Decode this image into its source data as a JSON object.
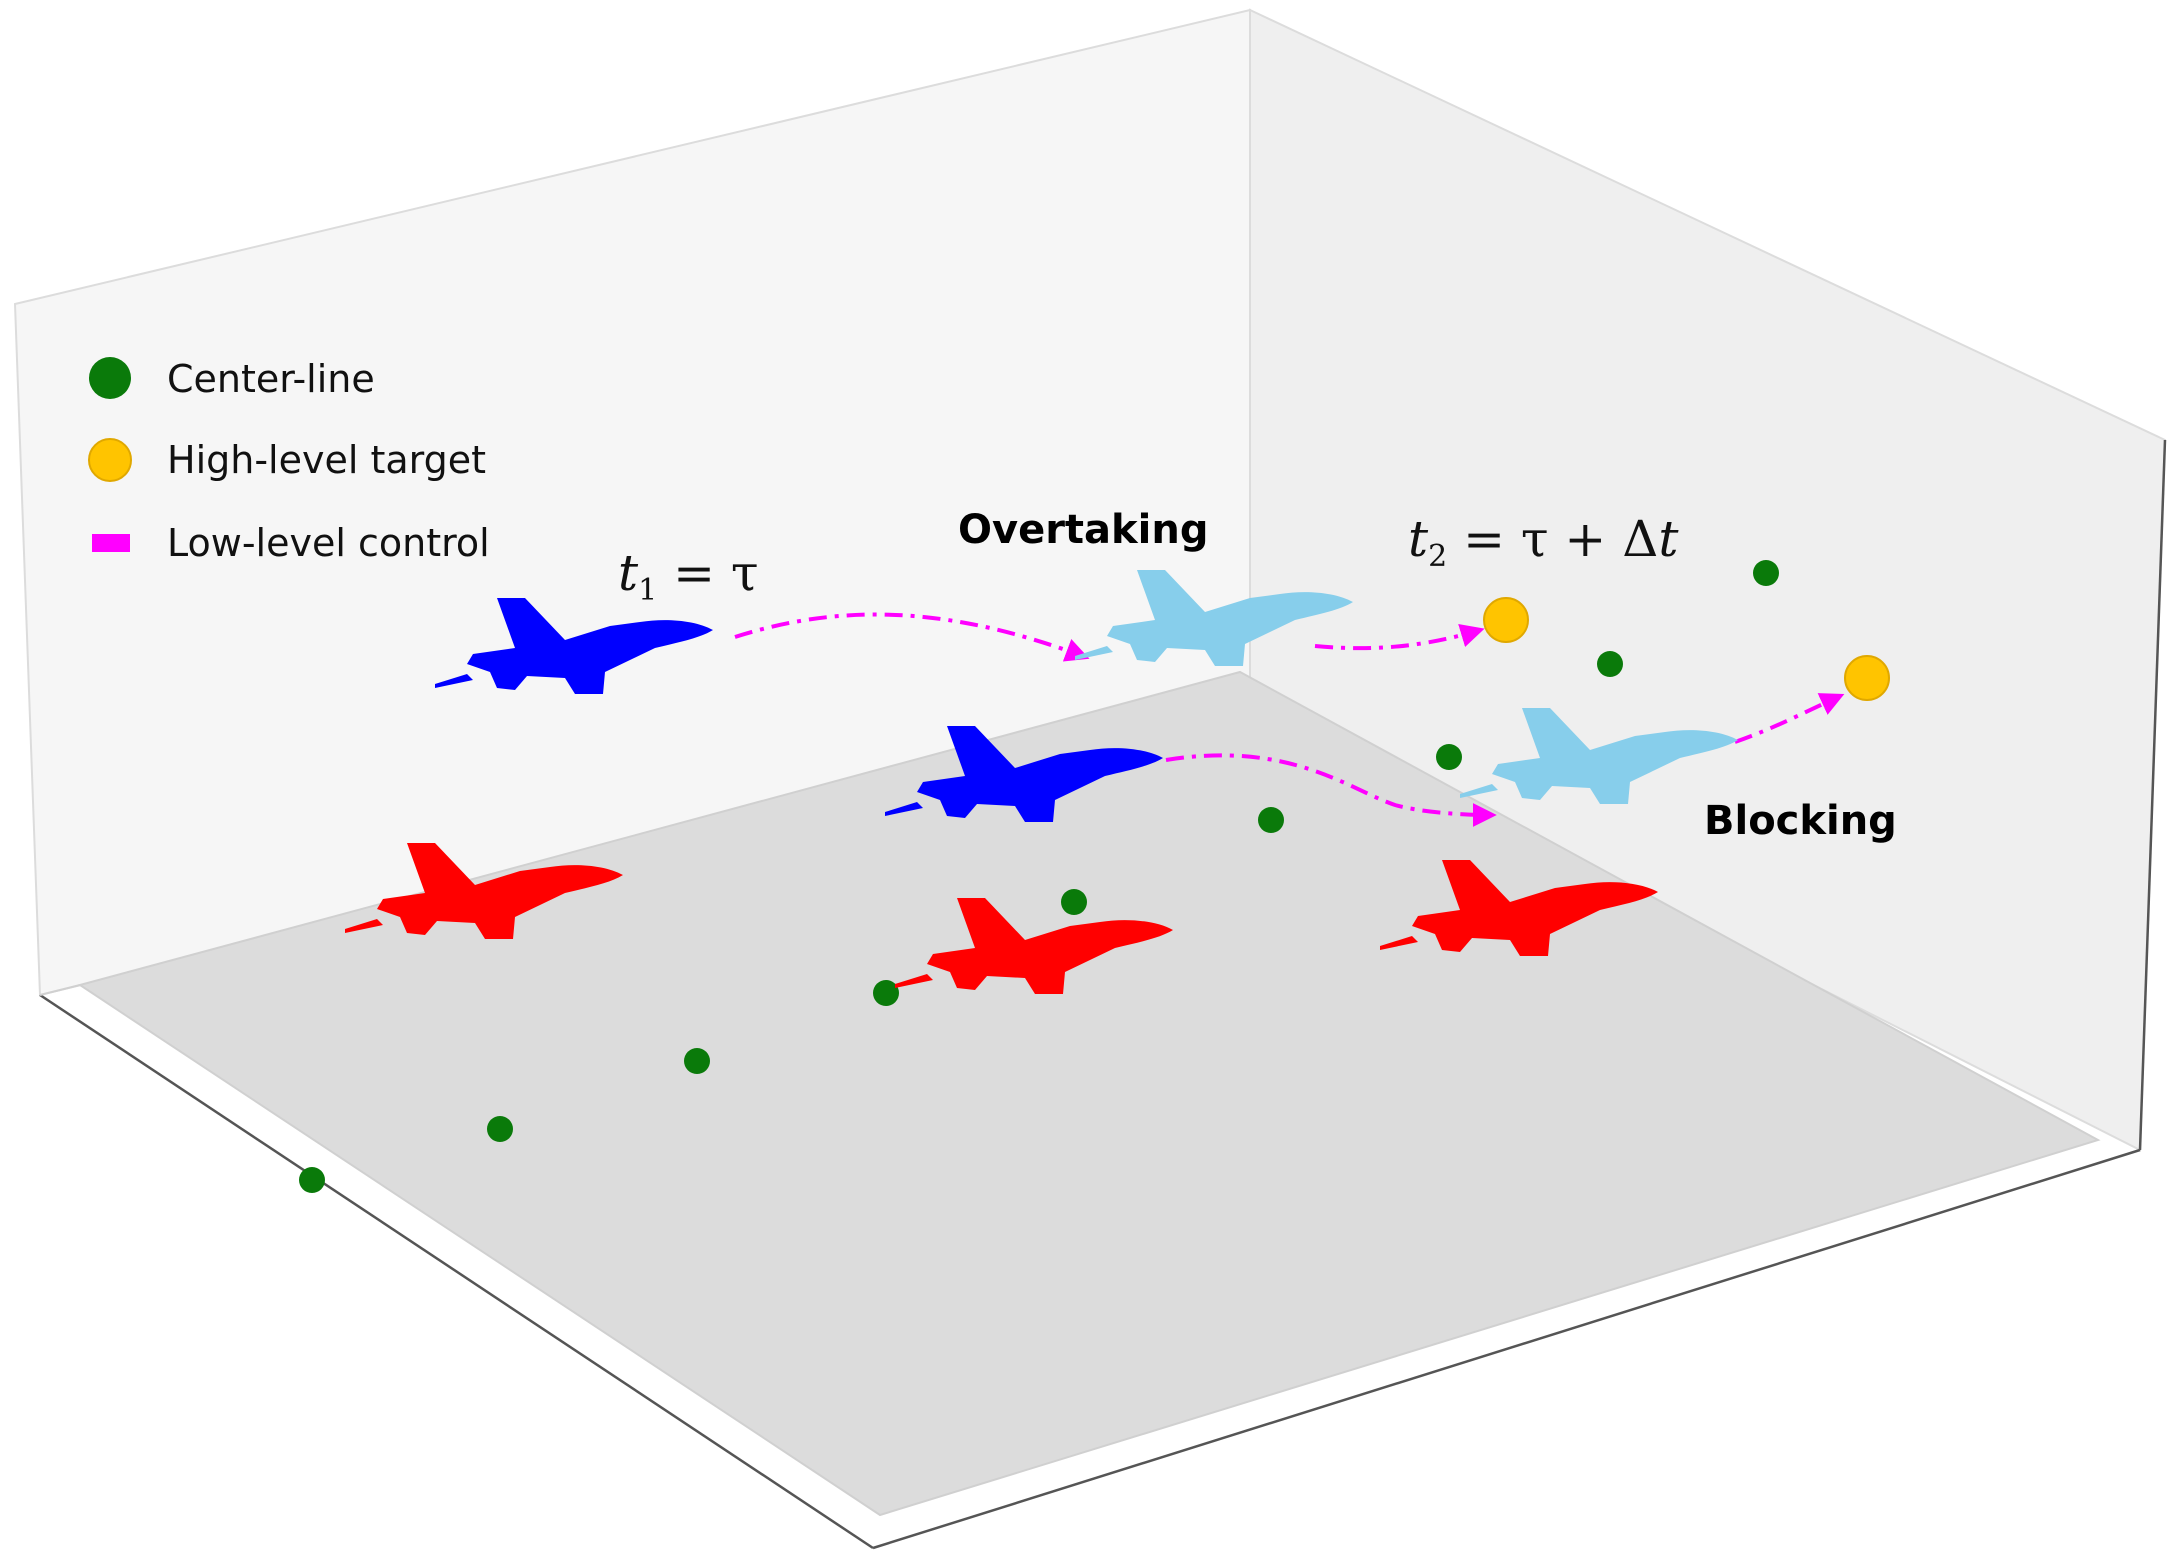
{
  "legend": {
    "items": [
      {
        "label": "Center-line",
        "color": "#0a7a0a",
        "icon": "green-circle-marker"
      },
      {
        "label": "High-level target",
        "color": "#ffc400",
        "icon": "yellow-circle-marker"
      },
      {
        "label": "Low-level control",
        "color": "#ff00ff",
        "icon": "magenta-rect-marker"
      }
    ]
  },
  "labels": {
    "overtaking": "Overtaking",
    "blocking": "Blocking",
    "t1": {
      "var": "t",
      "sub": "1",
      "rest": " = τ"
    },
    "t2": {
      "var": "t",
      "sub": "2",
      "rest": " = τ + Δ",
      "tail": "t"
    }
  },
  "colors": {
    "pane_back": "#f6f6f6",
    "pane_side": "#efefef",
    "floor": "#dcdcdc",
    "edge_light": "#d9d9d9",
    "edge_dark": "#555555",
    "ego_blue": "#0000ff",
    "ego_future": "#87ceeb",
    "opponent_red": "#ff0000",
    "center_line": "#0a7a0a",
    "target": "#ffc400",
    "control": "#ff00ff"
  }
}
